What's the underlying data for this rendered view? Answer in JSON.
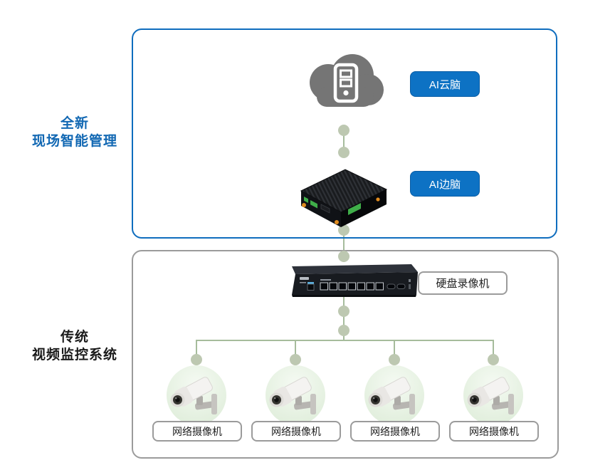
{
  "sections": {
    "modern": {
      "side_label_line1": "全新",
      "side_label_line2": "现场智能管理",
      "cloud_badge": "AI云脑",
      "edge_badge": "AI边脑"
    },
    "traditional": {
      "side_label_line1": "传统",
      "side_label_line2": "视频监控系统",
      "nvr_label": "硬盘录像机",
      "cameras": [
        {
          "label": "网络摄像机"
        },
        {
          "label": "网络摄像机"
        },
        {
          "label": "网络摄像机"
        },
        {
          "label": "网络摄像机"
        }
      ]
    },
    "icons": {
      "cloud": "cloud-server-icon",
      "edge": "edge-ai-box-image",
      "nvr": "nvr-device-image",
      "camera": "ip-camera-image"
    }
  },
  "colors": {
    "accent_blue": "#0d72c4",
    "border_blue": "#0f6dbe",
    "border_gray": "#9b9b9b",
    "label_blue": "#1268b3",
    "label_black": "#1a1a1a",
    "connector_line": "#a6bc9c",
    "connector_dot": "#bdc8b1",
    "cloud_gray": "#757575",
    "badge_text": "#ffffff"
  }
}
